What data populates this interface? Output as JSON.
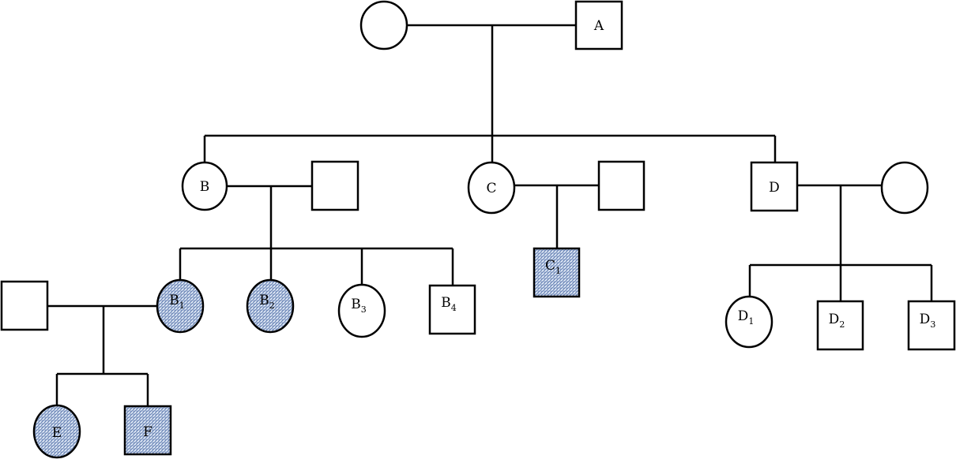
{
  "pedigree": {
    "shade_color": "#9fb3d8",
    "line_color": "#000000",
    "generation_1": {
      "mother": {
        "label": "",
        "sex": "female",
        "affected": false
      },
      "father": {
        "label": "A",
        "sex": "male",
        "affected": false
      }
    },
    "generation_2": {
      "B": {
        "label": "B",
        "sub": "",
        "sex": "female",
        "affected": false
      },
      "B_spouse": {
        "label": "",
        "sex": "male",
        "affected": false
      },
      "C": {
        "label": "C",
        "sub": "",
        "sex": "female",
        "affected": false
      },
      "C_spouse": {
        "label": "",
        "sex": "male",
        "affected": false
      },
      "D": {
        "label": "D",
        "sub": "",
        "sex": "male",
        "affected": false
      },
      "D_spouse": {
        "label": "",
        "sex": "female",
        "affected": false
      }
    },
    "generation_3": {
      "B1_spouse": {
        "label": "",
        "sex": "male",
        "affected": false
      },
      "B1": {
        "label": "B",
        "sub": "1",
        "sex": "female",
        "affected": true
      },
      "B2": {
        "label": "B",
        "sub": "2",
        "sex": "female",
        "affected": true
      },
      "B3": {
        "label": "B",
        "sub": "3",
        "sex": "female",
        "affected": false
      },
      "B4": {
        "label": "B",
        "sub": "4",
        "sex": "male",
        "affected": false
      },
      "C1": {
        "label": "C",
        "sub": "1",
        "sex": "male",
        "affected": true
      },
      "D1": {
        "label": "D",
        "sub": "1",
        "sex": "female",
        "affected": false
      },
      "D2": {
        "label": "D",
        "sub": "2",
        "sex": "male",
        "affected": false
      },
      "D3": {
        "label": "D",
        "sub": "3",
        "sex": "male",
        "affected": false
      }
    },
    "generation_4": {
      "E": {
        "label": "E",
        "sub": "",
        "sex": "female",
        "affected": true
      },
      "F": {
        "label": "F",
        "sub": "",
        "sex": "male",
        "affected": true
      }
    }
  }
}
